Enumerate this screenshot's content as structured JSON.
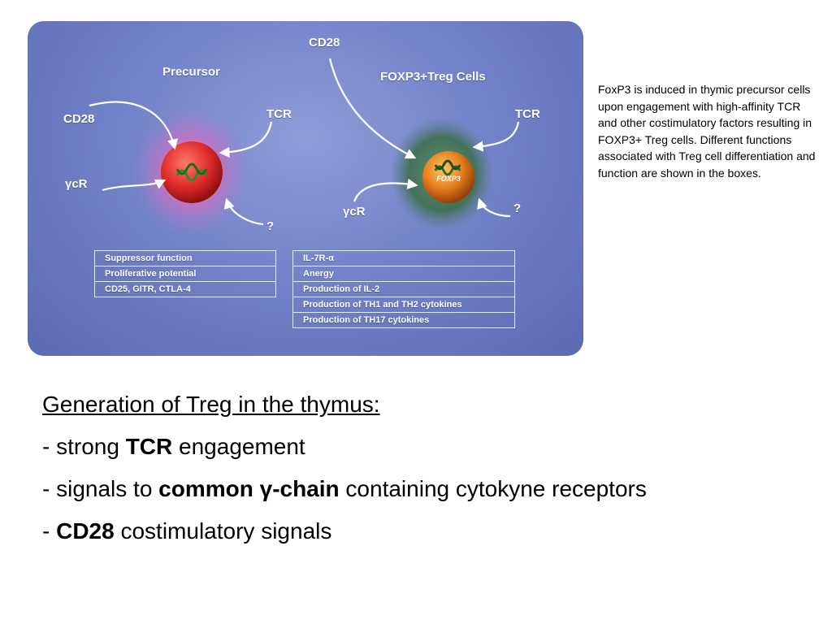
{
  "figure": {
    "precursor_title": "Precursor",
    "treg_title": "FOXP3+Treg Cells",
    "precursor_labels": {
      "cd28": "CD28",
      "tcr": "TCR",
      "gcr": "γcR",
      "question": "?"
    },
    "treg_labels": {
      "cd28": "CD28",
      "tcr": "TCR",
      "gcr": "γcR",
      "question": "?",
      "nucleus": "FOXP3"
    },
    "precursor_box": [
      "Suppressor function",
      "Proliferative potential",
      "CD25, GITR, CTLA-4"
    ],
    "treg_box": [
      "IL-7R-α",
      "Anergy",
      "Production of IL-2",
      "Production of TH1 and TH2 cytokines",
      "Production of TH17 cytokines"
    ],
    "colors": {
      "background": "#7383c9",
      "precursor_halo": "#d27ac8",
      "treg_halo": "#3f6f4f",
      "nucleus": "#e02a2a",
      "treg_nucleus": "#e8821e"
    }
  },
  "caption": "FoxP3 is induced in thymic precursor cells upon engagement with high-affinity TCR and other costimulatory factors resulting in FOXP3+ Treg cells. Different functions associated with Treg cell differentiation and function are shown in the boxes.",
  "bullets": {
    "heading": "Generation of Treg in the thymus:",
    "b1_pre": "- strong ",
    "b1_bold": "TCR",
    "b1_post": " engagement",
    "b2_pre": "- signals to ",
    "b2_bold": "common γ-chain",
    "b2_post": " containing cytokyne receptors",
    "b3_pre": "- ",
    "b3_bold": "CD28",
    "b3_post": " costimulatory signals"
  }
}
